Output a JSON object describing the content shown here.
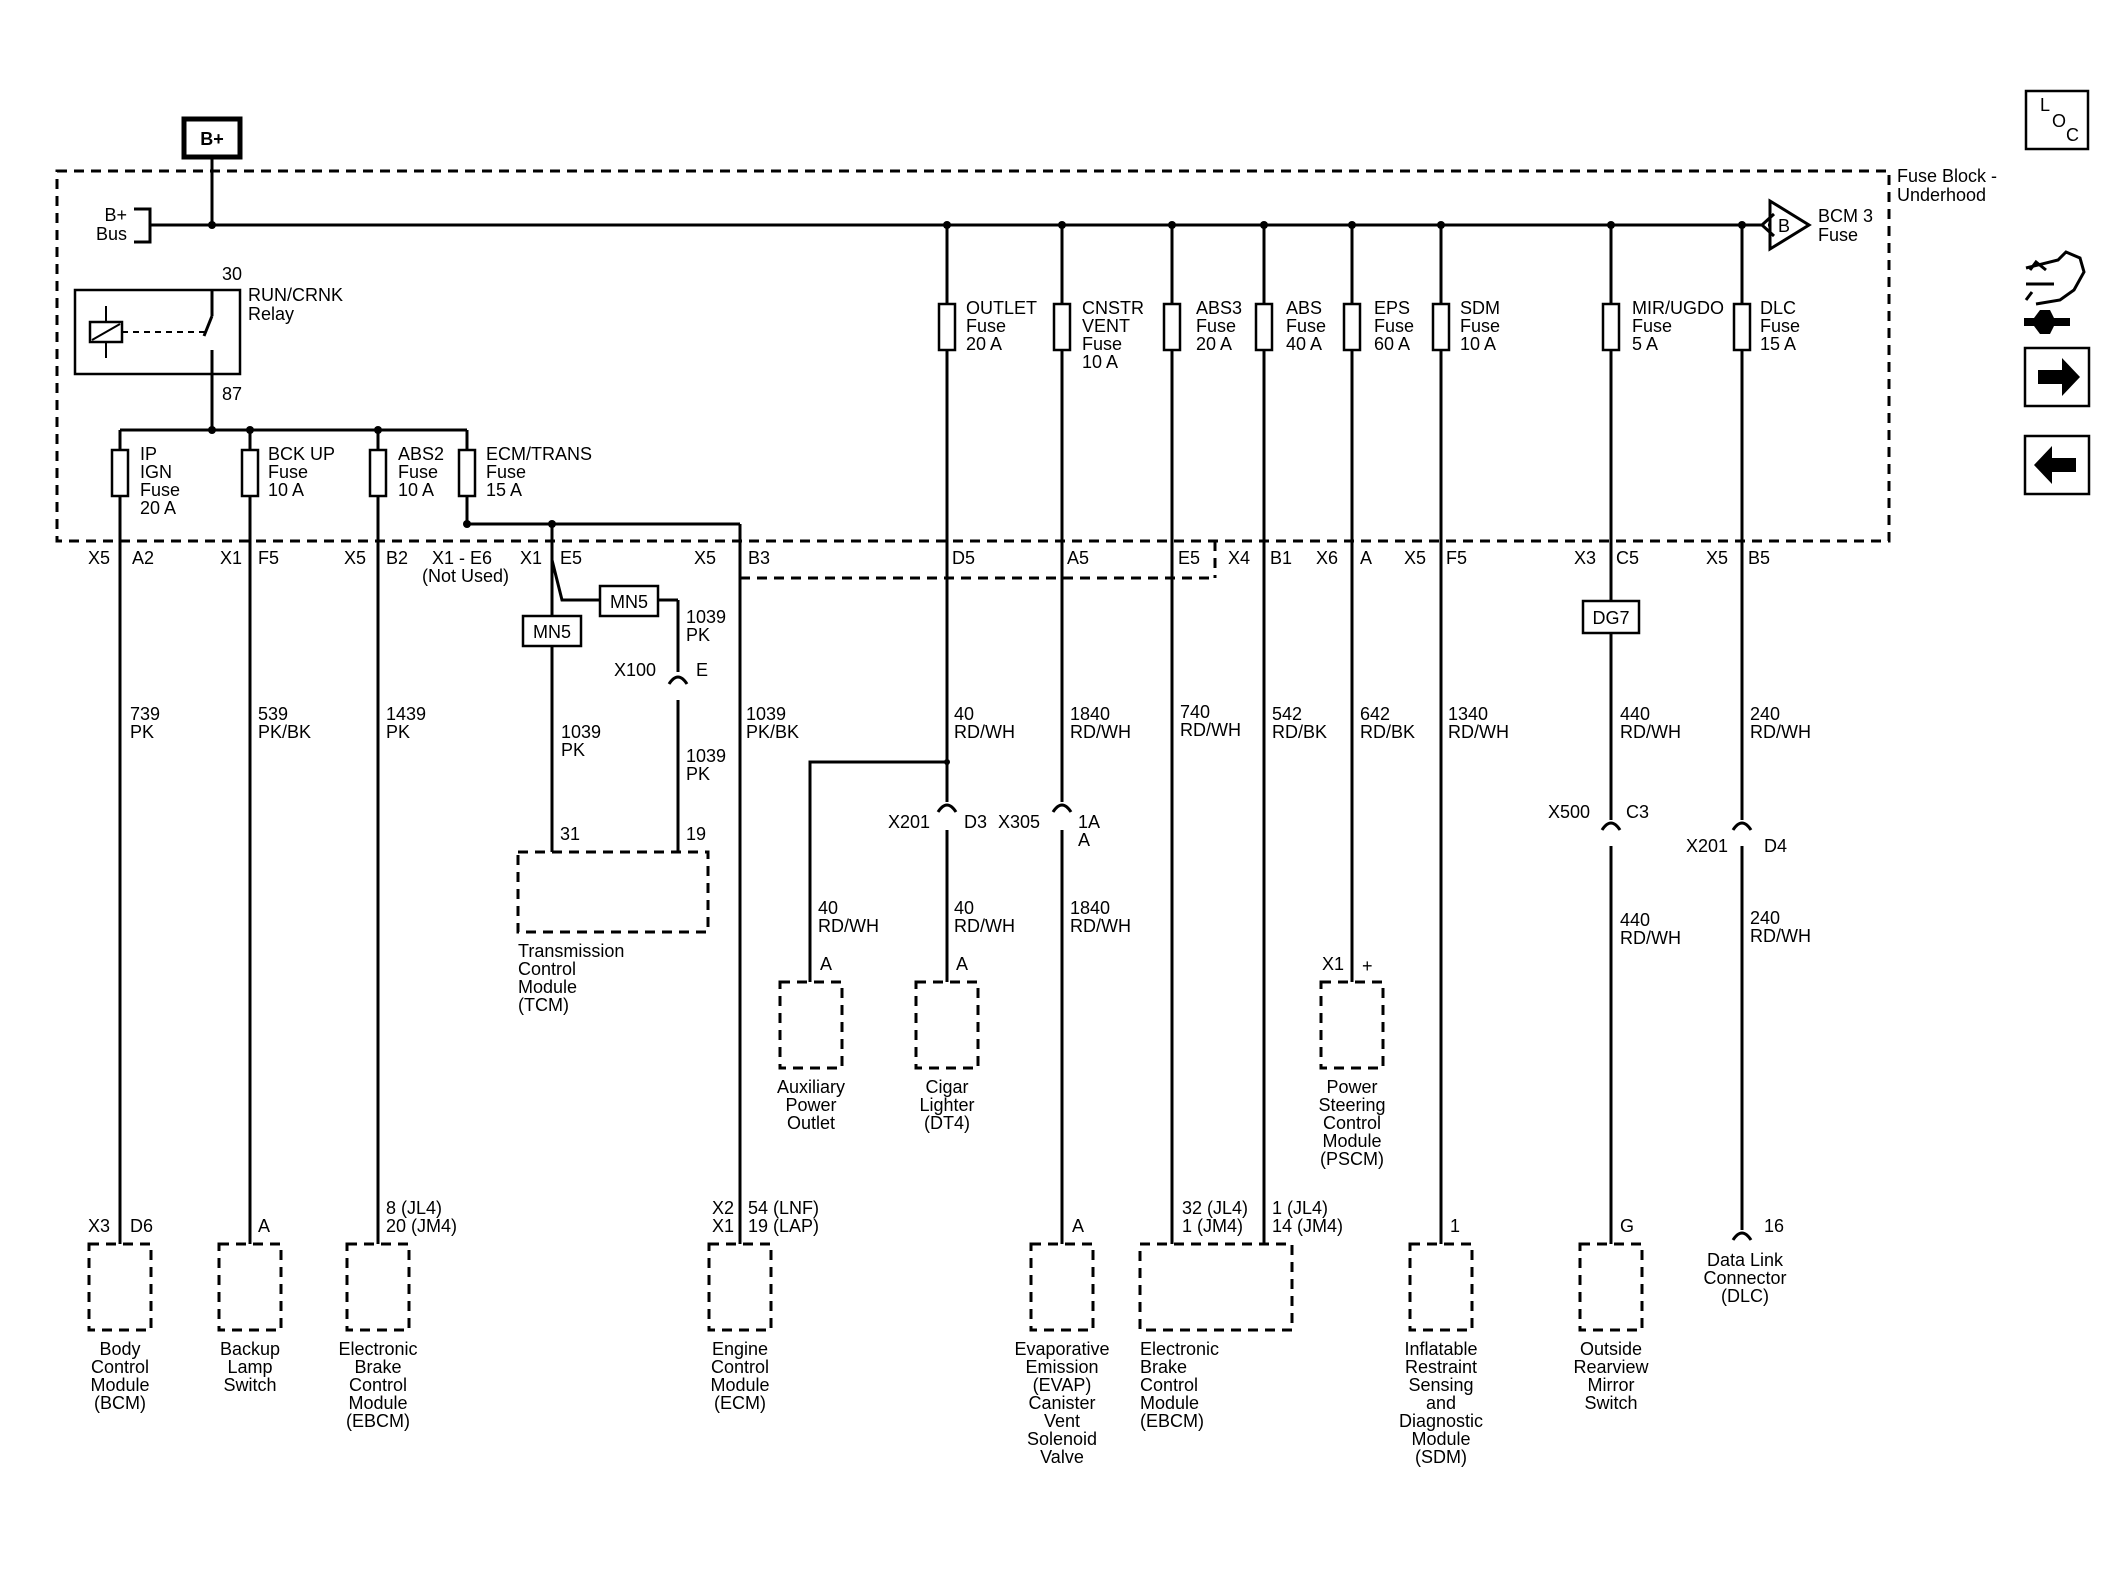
{
  "source": {
    "label": "B+"
  },
  "bus": {
    "label1": "B+",
    "label2": "Bus"
  },
  "fuse_block": {
    "line1": "Fuse Block -",
    "line2": "Underhood"
  },
  "bcm3": {
    "letter": "B",
    "line1": "BCM 3",
    "line2": "Fuse"
  },
  "relay": {
    "pin_top": "30",
    "pin_bottom": "87",
    "line1": "RUN/CRNK",
    "line2": "Relay"
  },
  "fuses": [
    {
      "id": "ip-ign",
      "lines": [
        "IP",
        "IGN",
        "Fuse",
        "20 A"
      ]
    },
    {
      "id": "bck-up",
      "lines": [
        "BCK UP",
        "Fuse",
        "10 A"
      ]
    },
    {
      "id": "abs2",
      "lines": [
        "ABS2",
        "Fuse",
        "10 A"
      ]
    },
    {
      "id": "ecm-trans",
      "lines": [
        "ECM/TRANS",
        "Fuse",
        "15 A"
      ]
    },
    {
      "id": "outlet",
      "lines": [
        "OUTLET",
        "Fuse",
        "20 A"
      ]
    },
    {
      "id": "cnstr-vent",
      "lines": [
        "CNSTR",
        "VENT",
        "Fuse",
        "10 A"
      ]
    },
    {
      "id": "abs3",
      "lines": [
        "ABS3",
        "Fuse",
        "20 A"
      ]
    },
    {
      "id": "abs",
      "lines": [
        "ABS",
        "Fuse",
        "40 A"
      ]
    },
    {
      "id": "eps",
      "lines": [
        "EPS",
        "Fuse",
        "60 A"
      ]
    },
    {
      "id": "sdm",
      "lines": [
        "SDM",
        "Fuse",
        "10 A"
      ]
    },
    {
      "id": "mir-ugdo",
      "lines": [
        "MIR/UGDO",
        "Fuse",
        "5 A"
      ]
    },
    {
      "id": "dlc",
      "lines": [
        "DLC",
        "Fuse",
        "15 A"
      ]
    }
  ],
  "terminals": [
    {
      "conn": "X5",
      "pin": "A2"
    },
    {
      "conn": "X1",
      "pin": "F5"
    },
    {
      "conn": "X5",
      "pin": "B2"
    },
    {
      "conn": "X1 - E6",
      "pin": "(Not Used)"
    },
    {
      "conn": "X1",
      "pin": "E5"
    },
    {
      "conn": "X5",
      "pin": "B3"
    },
    {
      "conn": "",
      "pin": "D5"
    },
    {
      "conn": "",
      "pin": "A5"
    },
    {
      "conn": "",
      "pin": "E5"
    },
    {
      "conn": "X4",
      "pin": "B1"
    },
    {
      "conn": "X6",
      "pin": "A"
    },
    {
      "conn": "X5",
      "pin": "F5"
    },
    {
      "conn": "X3",
      "pin": "C5"
    },
    {
      "conn": "X5",
      "pin": "B5"
    }
  ],
  "splices": {
    "mn5_left": "MN5",
    "mn5_right": "MN5",
    "dg7": "DG7"
  },
  "wires": [
    {
      "circuit": "739",
      "color": "PK"
    },
    {
      "circuit": "539",
      "color": "PK/BK"
    },
    {
      "circuit": "1439",
      "color": "PK"
    },
    {
      "circuit": "1039",
      "color": "PK"
    },
    {
      "circuit": "1039",
      "color": "PK"
    },
    {
      "circuit": "1039",
      "color": "PK"
    },
    {
      "circuit": "1039",
      "color": "PK/BK"
    },
    {
      "circuit": "40",
      "color": "RD/WH"
    },
    {
      "circuit": "40",
      "color": "RD/WH"
    },
    {
      "circuit": "40",
      "color": "RD/WH"
    },
    {
      "circuit": "1840",
      "color": "RD/WH"
    },
    {
      "circuit": "1840",
      "color": "RD/WH"
    },
    {
      "circuit": "740",
      "color": "RD/WH"
    },
    {
      "circuit": "542",
      "color": "RD/BK"
    },
    {
      "circuit": "642",
      "color": "RD/BK"
    },
    {
      "circuit": "1340",
      "color": "RD/WH"
    },
    {
      "circuit": "440",
      "color": "RD/WH"
    },
    {
      "circuit": "440",
      "color": "RD/WH"
    },
    {
      "circuit": "240",
      "color": "RD/WH"
    },
    {
      "circuit": "240",
      "color": "RD/WH"
    }
  ],
  "inline_connectors": [
    {
      "name": "X100",
      "pin": "E"
    },
    {
      "name": "X201",
      "pin": "D3"
    },
    {
      "name": "X305",
      "pin": "1A",
      "pin2": "A"
    },
    {
      "name": "X500",
      "pin": "C3"
    },
    {
      "name": "X201",
      "pin": "D4"
    }
  ],
  "component_pins": {
    "tcm_left": "31",
    "tcm_right": "19",
    "aux": "A",
    "cigar": "A",
    "pscm_conn": "X1",
    "pscm_pin": "+",
    "bcm_conn": "X3",
    "bcm_pin": "D6",
    "backup": "A",
    "ebcm1_l1": "8 (JL4)",
    "ebcm1_l2": "20 (JM4)",
    "ecm_c1": "X2",
    "ecm_c2": "X1",
    "ecm_l1": "54 (LNF)",
    "ecm_l2": "19 (LAP)",
    "evap": "A",
    "ebcm2_a1": "32 (JL4)",
    "ebcm2_a2": "1 (JM4)",
    "ebcm2_b1": "1 (JL4)",
    "ebcm2_b2": "14 (JM4)",
    "sdm": "1",
    "mirror": "G",
    "dlc": "16"
  },
  "components": {
    "tcm": [
      "Transmission",
      "Control",
      "Module",
      "(TCM)"
    ],
    "aux": [
      "Auxiliary",
      "Power",
      "Outlet"
    ],
    "cigar": [
      "Cigar",
      "Lighter",
      "(DT4)"
    ],
    "pscm": [
      "Power",
      "Steering",
      "Control",
      "Module",
      "(PSCM)"
    ],
    "bcm": [
      "Body",
      "Control",
      "Module",
      "(BCM)"
    ],
    "backup": [
      "Backup",
      "Lamp",
      "Switch"
    ],
    "ebcm1": [
      "Electronic",
      "Brake",
      "Control",
      "Module",
      "(EBCM)"
    ],
    "ecm": [
      "Engine",
      "Control",
      "Module",
      "(ECM)"
    ],
    "evap": [
      "Evaporative",
      "Emission",
      "(EVAP)",
      "Canister",
      "Vent",
      "Solenoid",
      "Valve"
    ],
    "ebcm2": [
      "Electronic",
      "Brake",
      "Control",
      "Module",
      "(EBCM)"
    ],
    "sdm": [
      "Inflatable",
      "Restraint",
      "Sensing",
      "and",
      "Diagnostic",
      "Module",
      "(SDM)"
    ],
    "mirror": [
      "Outside",
      "Rearview",
      "Mirror",
      "Switch"
    ],
    "dlc": [
      "Data Link",
      "Connector",
      "(DLC)"
    ]
  },
  "nav": {
    "loc_l": "L",
    "loc_o": "O",
    "loc_c": "C"
  }
}
